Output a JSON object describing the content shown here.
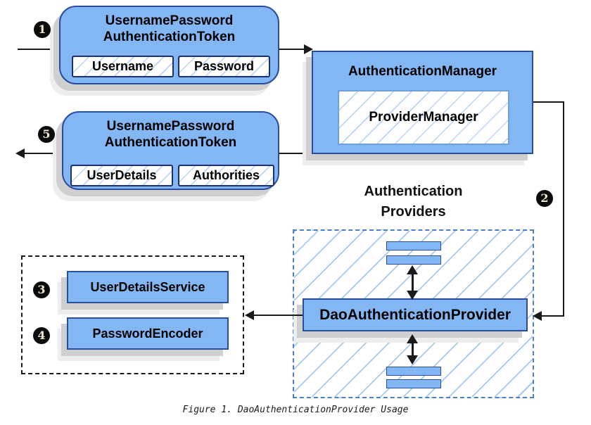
{
  "figure": {
    "caption": "Figure 1. DaoAuthenticationProvider Usage"
  },
  "badges": {
    "step1": "1",
    "step2": "2",
    "step3": "3",
    "step4": "4",
    "step5": "5"
  },
  "nodes": {
    "token_request": {
      "title_top": "UsernamePassword",
      "title_bottom": "AuthenticationToken",
      "field_left": "Username",
      "field_right": "Password"
    },
    "auth_manager": {
      "title": "AuthenticationManager",
      "inner": "ProviderManager"
    },
    "token_response": {
      "title_top": "UsernamePassword",
      "title_bottom": "AuthenticationToken",
      "field_left": "UserDetails",
      "field_right": "Authorities"
    },
    "providers_group": {
      "heading_top": "Authentication",
      "heading_bottom": "Providers"
    },
    "dao_provider": {
      "title": "DaoAuthenticationProvider"
    },
    "user_details_service": {
      "title": "UserDetailsService"
    },
    "password_encoder": {
      "title": "PasswordEncoder"
    }
  },
  "colors": {
    "node_fill": "#83B7F3",
    "node_border": "#2B4DA0",
    "field_border": "#1D2F6E",
    "inner_border": "#6FA0DC",
    "hatch_line": "#BDD5F4",
    "providers_hatch_line": "#A6C8F2",
    "providers_border": "#4D7FC6",
    "group_border": "#1A1A1A",
    "arrow": "#1A1A1A",
    "badge_bg": "#0B0B0B",
    "badge_text": "#F3E7CD"
  }
}
